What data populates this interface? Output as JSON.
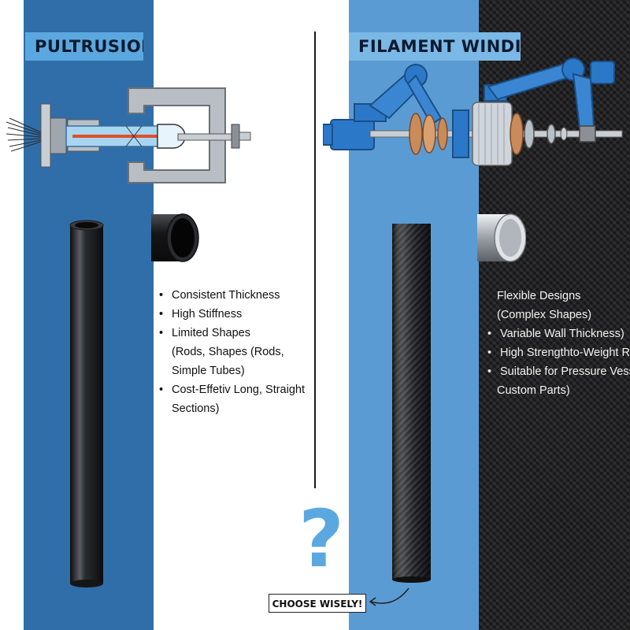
{
  "left": {
    "title": "PULTRUSION",
    "features": [
      {
        "text": "Consistent Thickness",
        "bullet": true
      },
      {
        "text": "High Stiffness",
        "bullet": true
      },
      {
        "text": "Limited Shapes",
        "bullet": true
      },
      {
        "text": "(Rods, Shapes (Rods,",
        "bullet": false
      },
      {
        "text": "Simple Tubes)",
        "bullet": false
      },
      {
        "text": "Cost-Effetiv Long, Straight",
        "bullet": true
      },
      {
        "text": "Sections)",
        "bullet": false
      }
    ]
  },
  "right": {
    "title": "FILAMENT WINDING",
    "features": [
      {
        "text": "Flexible Designs",
        "bullet": false
      },
      {
        "text": "(Complex Shapes)",
        "bullet": false
      },
      {
        "text": "Variable Wall Thickness)",
        "bullet": true
      },
      {
        "text": "High Strengthto-Weight Ra",
        "bullet": true
      },
      {
        "text": "Suitable for Pressure Vess",
        "bullet": true
      },
      {
        "text": "Custom Parts)",
        "bullet": false
      }
    ]
  },
  "cta": {
    "question_mark": "?",
    "label": "CHOOSE WISELY!"
  },
  "colors": {
    "dark_blue": "#2f6ea9",
    "light_blue": "#5b9bd3",
    "title_blue": "#5ba8e0",
    "carbon": "#1c1c1e"
  },
  "icons": [
    "pultrusion-machine-icon",
    "robot-arm-icon",
    "pipe-tube-icon",
    "carbon-tube-icon",
    "arrow-icon"
  ]
}
